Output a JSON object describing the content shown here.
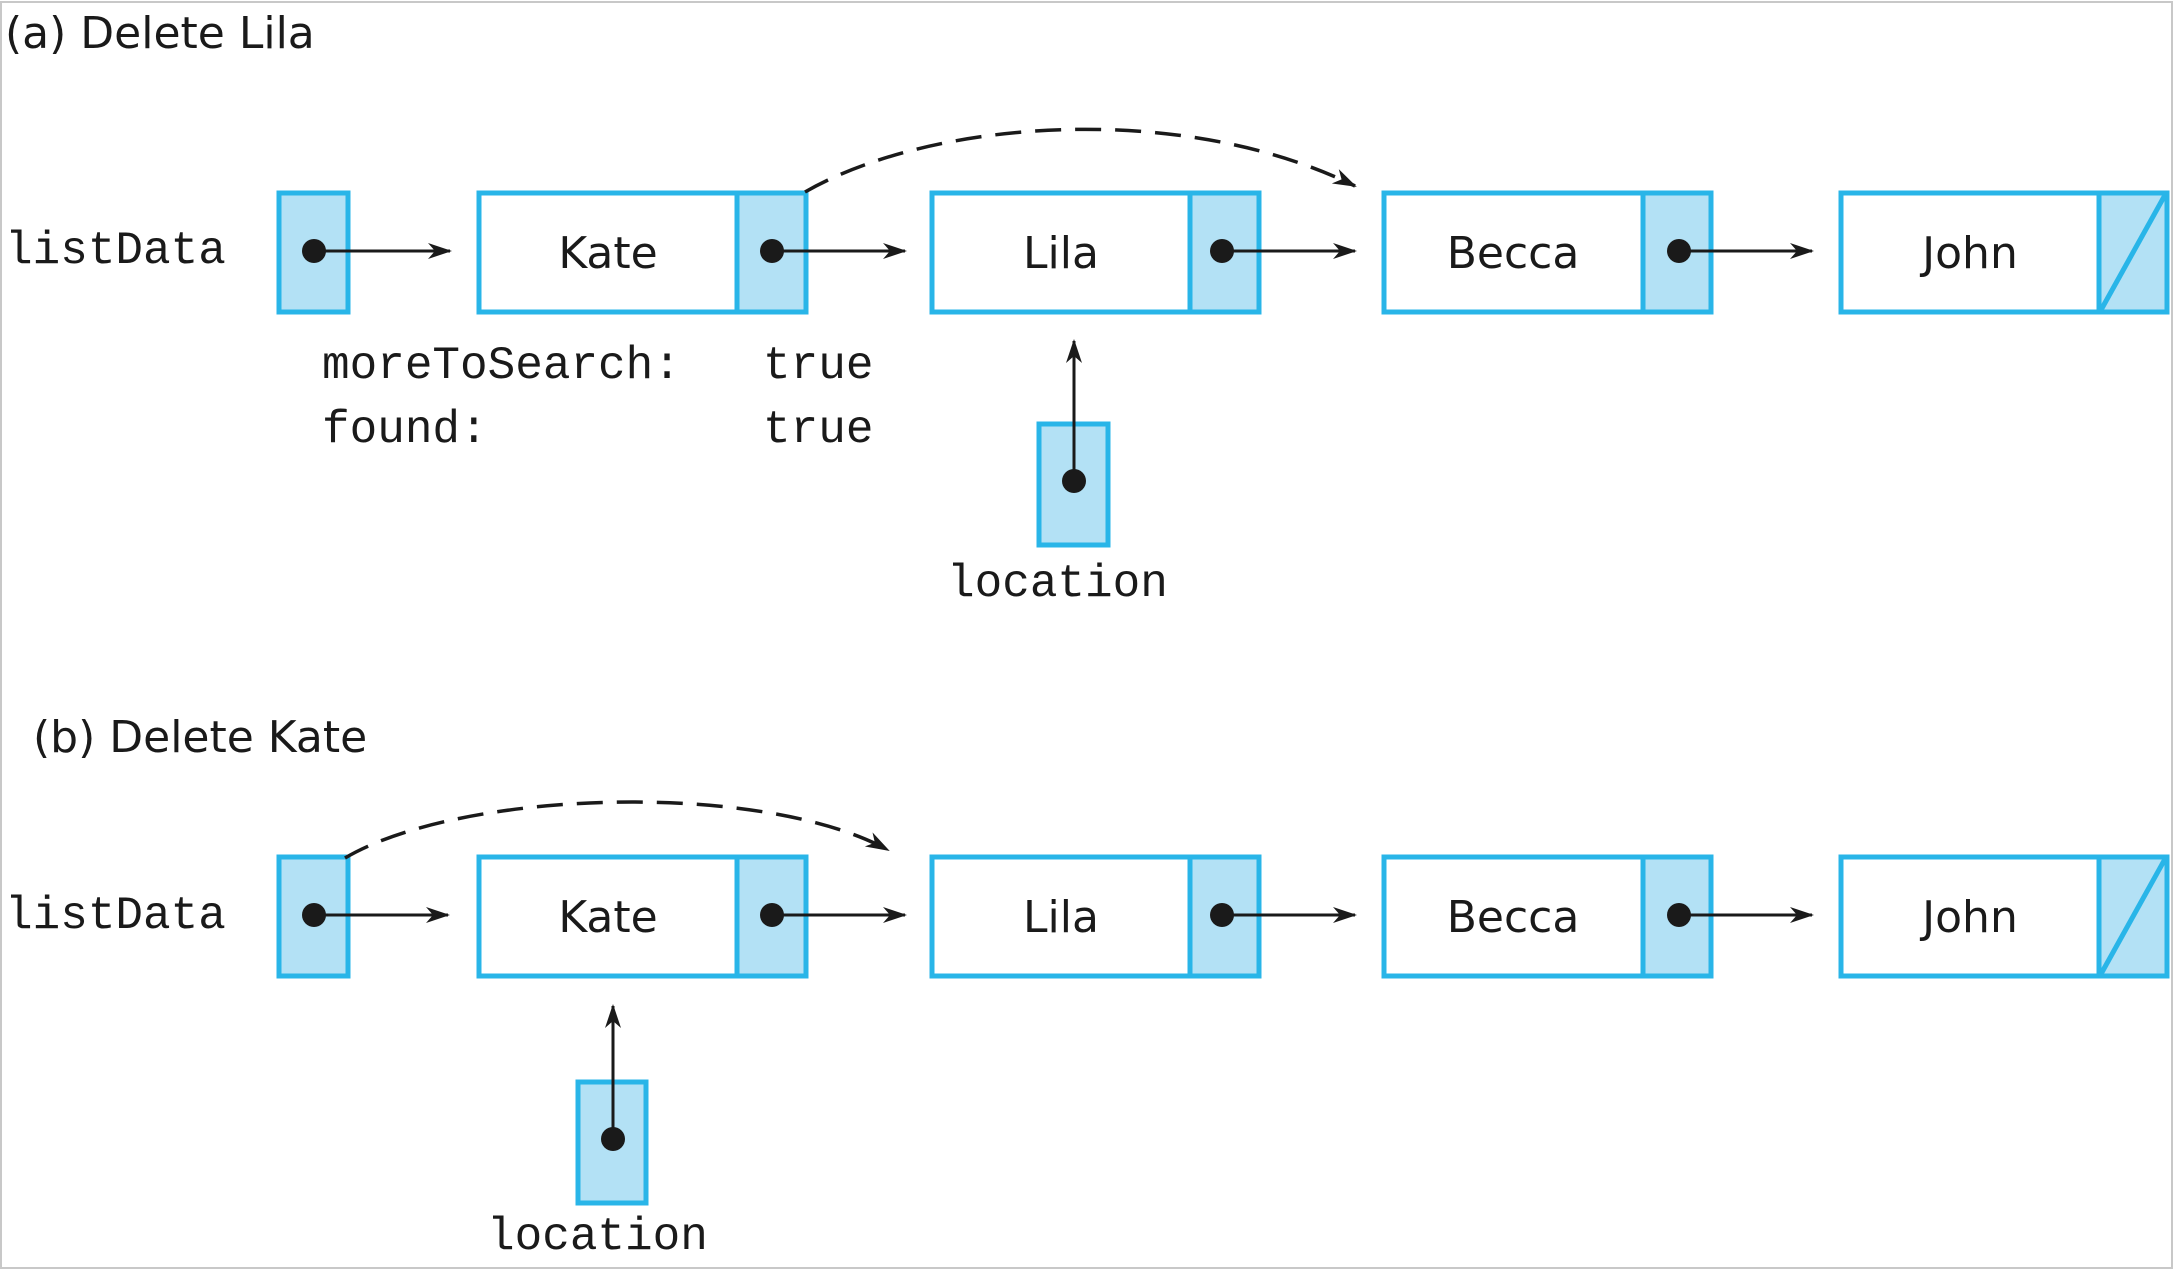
{
  "colors": {
    "box_border": "#29b5e8",
    "pointer_fill": "#b3e1f5",
    "ink": "#1a1a1a",
    "frame": "#c8c8c8"
  },
  "panel_a": {
    "title": "(a) Delete Lila",
    "head_label": "listData",
    "nodes": [
      "Kate",
      "Lila",
      "Becca",
      "John"
    ],
    "status": [
      {
        "name": "moreToSearch:",
        "value": "true"
      },
      {
        "name": "found:",
        "value": "true"
      }
    ],
    "location_label": "location"
  },
  "panel_b": {
    "title": "(b) Delete Kate",
    "head_label": "listData",
    "nodes": [
      "Kate",
      "Lila",
      "Becca",
      "John"
    ],
    "location_label": "location"
  }
}
